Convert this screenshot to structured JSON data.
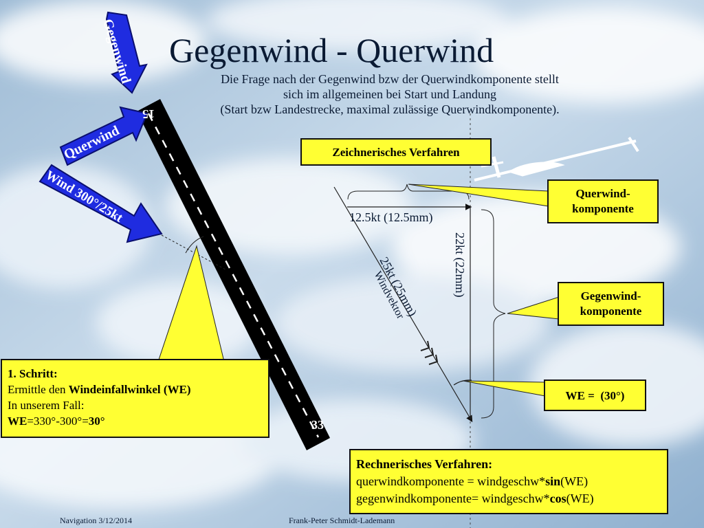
{
  "title": "Gegenwind - Querwind",
  "intro": {
    "line1": "Die Frage nach der Gegenwind bzw der Querwindkomponente stellt",
    "line2": "sich im allgemeinen bei Start und Landung",
    "line3": "(Start bzw Landestrecke, maximal zulässige Querwindkomponente)."
  },
  "arrows": {
    "gegenwind": "Gegenwind",
    "querwind": "Querwind",
    "wind": "Wind 300°/25kt"
  },
  "runway": {
    "end_top": "15",
    "end_bottom": "33"
  },
  "zeichnerisch_label": "Zeichnerisches Verfahren",
  "diagram": {
    "querwind_measure": "12.5kt (12.5mm)",
    "gegenwind_measure": "22kt (22mm)",
    "windvektor_measure": "25kt (25mm)",
    "windvektor_label": "Windvektor"
  },
  "callouts": {
    "querwind_komponente": {
      "line1": "Querwind-",
      "line2": "komponente"
    },
    "gegenwind_komponente": {
      "line1": "Gegenwind-",
      "line2": "komponente"
    },
    "we": "WE =  (30°)"
  },
  "schritt": {
    "heading": "1. Schritt:",
    "line2_prefix": "Ermittle den ",
    "line2_bold": "Windeinfallwinkel (WE)",
    "line3": "In unserem Fall:",
    "line4_bold1": "WE",
    "line4_mid": "=330°-300°=",
    "line4_bold2": "30°"
  },
  "rechnerisch": {
    "heading": "Rechnerisches Verfahren:",
    "q_prefix": "querwindkomponente = windgeschw*",
    "q_bold": "sin",
    "q_suffix": "(WE)",
    "g_prefix": "gegenwindkomponente= windgeschw*",
    "g_bold": "cos",
    "g_suffix": "(WE)"
  },
  "footer": {
    "left": "Navigation 3/12/2014",
    "center": "Frank-Peter Schmidt-Lademann"
  },
  "colors": {
    "sky_light": "#dfeaf4",
    "sky_mid": "#a9c4dc",
    "sky_dark": "#86a9c8",
    "arrow_blue": "#1f2ce0",
    "callout_yellow": "#ffff33",
    "title_text": "#0a1a33"
  }
}
